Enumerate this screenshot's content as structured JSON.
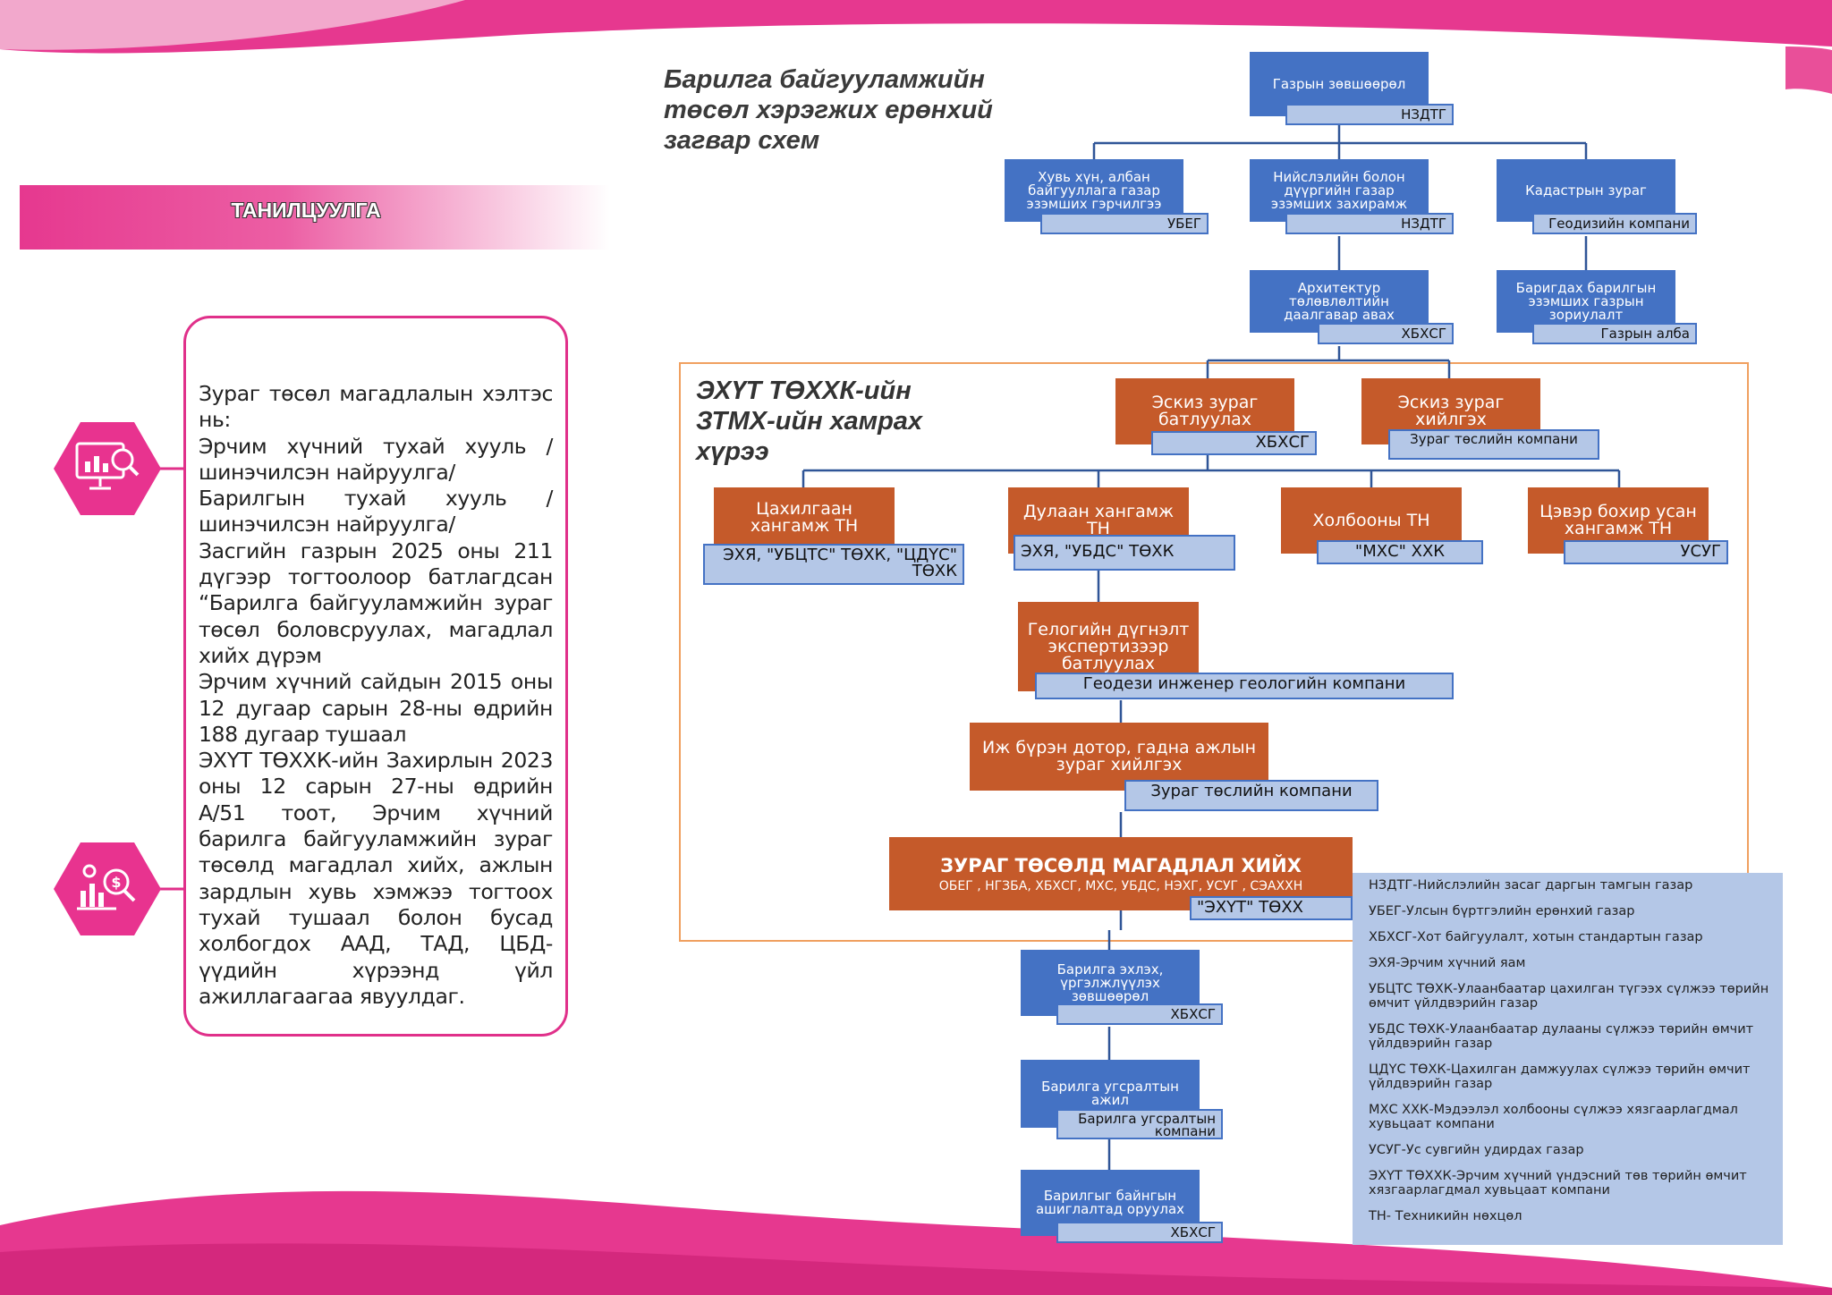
{
  "page": {
    "header_label": "ТАНИЛЦУУЛГА"
  },
  "intro": {
    "paragraphs": [
      "Зураг төсөл магадлалын хэлтэс нь:",
      "Эрчим хүчний тухай хууль / шинэчилсэн найруулга/",
      "Барилгын тухай хууль /шинэчилсэн найруулга/",
      "Засгийн газрын 2025 оны 211 дүгээр тогтоолоор батлагдсан “Барилга байгууламжийн зураг төсөл боловсруулах, магадлал хийх дүрэм",
      "Эрчим хүчний сайдын 2015 оны 12 дугаар сарын 28-ны өдрийн 188 дугаар тушаал",
      "ЭХҮТ ТӨХХК-ийн Захирлын 2023 оны 12 сарын 27-ны өдрийн А/51 тоот, Эрчим хүчний барилга байгууламжийн зураг төсөлд магадлал хийх, ажлын зардлын хувь хэмжээ тогтоох тухай тушаал болон бусад холбогдох ААД, ТАД, ЦБД-үүдийн хүрээнд үйл ажиллагаагаа явуулдаг."
    ]
  },
  "icons": [
    "analytics-monitor-icon",
    "finance-analytics-icon"
  ],
  "diagram": {
    "title_lines": [
      "Барилга байгууламжийн",
      "төсөл хэрэгжих ерөнхий",
      "загвар схем"
    ],
    "subtitle_lines": [
      "ЭХҮТ ТӨХХК-ийн",
      "ЗТМХ-ийн хамрах",
      "хүрээ"
    ],
    "nodes": {
      "n1": {
        "label": "Газрын зөвшөөрөл",
        "tag": "НЗДТГ"
      },
      "n2": {
        "label": "Хувь хүн, албан байгууллага газар эзэмших гэрчилгээ",
        "tag": "УБЕГ"
      },
      "n3": {
        "label": "Нийслэлийн болон дүүргийн газар эзэмших захирамж",
        "tag": "НЗДТГ"
      },
      "n4": {
        "label": "Кадастрын зураг",
        "tag": "Геодизийн компани"
      },
      "n5": {
        "label": "Архитектур төлөвлөлтийн даалгавар авах",
        "tag": "ХБХСГ"
      },
      "n6": {
        "label": "Баригдах барилгын эзэмших газрын зориулалт",
        "tag": "Газрын алба"
      },
      "n7": {
        "label": "Эскиз зураг батлуулах",
        "tag": "ХБХСГ"
      },
      "n8": {
        "label": "Эскиз зураг хийлгэх",
        "tag": "Зураг төслийн компани"
      },
      "n9": {
        "label": "Цахилгаан хангамж ТН",
        "tag": "ЭХЯ, \"УБЦТС\" ТӨХК, \"ЦДҮС\" ТӨХК"
      },
      "n10": {
        "label": "Дулаан хангамж ТН",
        "tag": "ЭХЯ, \"УБДС\" ТӨХК"
      },
      "n11": {
        "label": "Холбооны ТН",
        "tag": "\"МХС\" ХХК"
      },
      "n12": {
        "label": "Цэвэр бохир усан хангамж ТН",
        "tag": "УСУГ"
      },
      "n13": {
        "label": "Гелогийн дүгнэлт экспертизээр батлуулах",
        "tag": "Геодези инженер геологийн компани"
      },
      "n14": {
        "label": "Иж бүрэн дотор, гадна ажлын зураг хийлгэх",
        "tag": "Зураг төслийн компани"
      },
      "n15": {
        "label": "ЗУРАГ ТӨСӨЛД МАГАДЛАЛ ХИЙХ",
        "sub": "ОБЕГ , НГЗБА, ХБХСГ, МХС, УБДС, НЭХГ, УСУГ , СЭАХХН",
        "tag": "\"ЭХҮТ\" ТӨХХ"
      },
      "n16": {
        "label": "Барилга эхлэх, үргэлжлүүлэх зөвшөөрөл",
        "tag": "ХБХСГ"
      },
      "n17": {
        "label": "Барилга угсралтын ажил",
        "tag": "Барилга угсралтын компани"
      },
      "n18": {
        "label": "Барилгыг байнгын ашиглалтад оруулах",
        "tag": "ХБХСГ"
      }
    },
    "legend": [
      "НЗДТГ-Нийслэлийн засаг даргын тамгын газар",
      "УБЕГ-Улсын бүртгэлийн ерөнхий газар",
      "ХБХСГ-Хот байгуулалт, хотын стандартын газар",
      "ЭХЯ-Эрчим хүчний яам",
      "УБЦТС ТӨХК-Улаанбаатар цахилган түгээх сүлжээ төрийн өмчит үйлдвэрийн газар",
      "УБДС ТӨХК-Улаанбаатар дулааны сүлжээ төрийн өмчит үйлдвэрийн газар",
      "ЦДҮС ТӨХК-Цахилган дамжуулах сүлжээ төрийн өмчит үйлдвэрийн газар",
      "МХС ХХК-Мэдээлэл холбооны сүлжээ хязгаарлагдмал хувьцаат компани",
      "УСУГ-Ус сувгийн удирдах газар",
      "ЭХҮТ ТӨХХК-Эрчим хүчний үндэсний төв төрийн өмчит хязгаарлагдмал хувьцаат компани",
      "ТН- Техникийн нөхцөл"
    ]
  }
}
